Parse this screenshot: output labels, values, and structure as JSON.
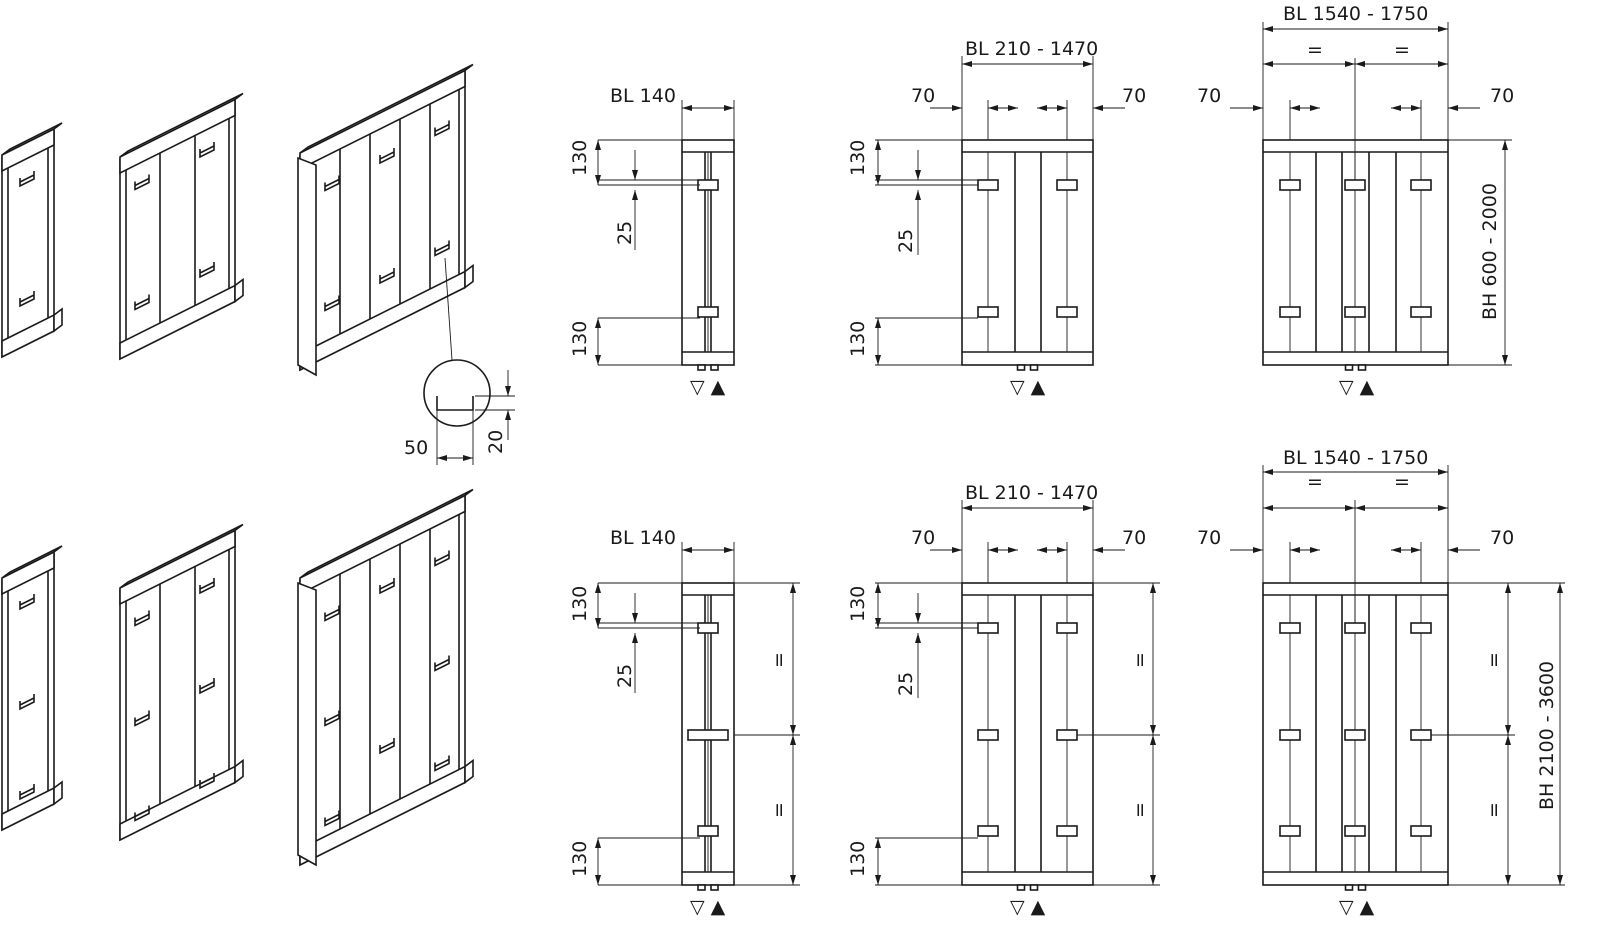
{
  "top_row": {
    "panel_140": {
      "width_label": "BL 140",
      "dim_top": "130",
      "dim_bracket": "25",
      "dim_bottom": "130",
      "connection_symbols": "▽ ▲"
    },
    "panel_210": {
      "width_label": "BL 210 - 1470",
      "side_left": "70",
      "side_right": "70",
      "dim_top": "130",
      "dim_bracket": "25",
      "dim_bottom": "130",
      "connection_symbols": "▽ ▲"
    },
    "panel_1540": {
      "width_label": "BL 1540 - 1750",
      "equal_left": "=",
      "equal_right": "=",
      "side_left": "70",
      "side_right": "70",
      "height_label": "BH 600 - 2000",
      "connection_symbols": "▽ ▲"
    }
  },
  "detail": {
    "width": "50",
    "height": "20"
  },
  "bottom_row": {
    "panel_140": {
      "width_label": "BL 140",
      "dim_top": "130",
      "dim_bracket": "25",
      "dim_bottom": "130",
      "equal_upper": "=",
      "equal_lower": "=",
      "connection_symbols": "▽ ▲"
    },
    "panel_210": {
      "width_label": "BL 210 - 1470",
      "side_left": "70",
      "side_right": "70",
      "dim_top": "130",
      "dim_bracket": "25",
      "dim_bottom": "130",
      "equal_upper": "=",
      "equal_lower": "=",
      "connection_symbols": "▽ ▲"
    },
    "panel_1540": {
      "width_label": "BL 1540 - 1750",
      "equal_left": "=",
      "equal_right": "=",
      "side_left": "70",
      "side_right": "70",
      "equal_upper": "=",
      "equal_lower": "=",
      "height_label": "BH 2100 - 3600",
      "connection_symbols": "▽ ▲"
    }
  }
}
